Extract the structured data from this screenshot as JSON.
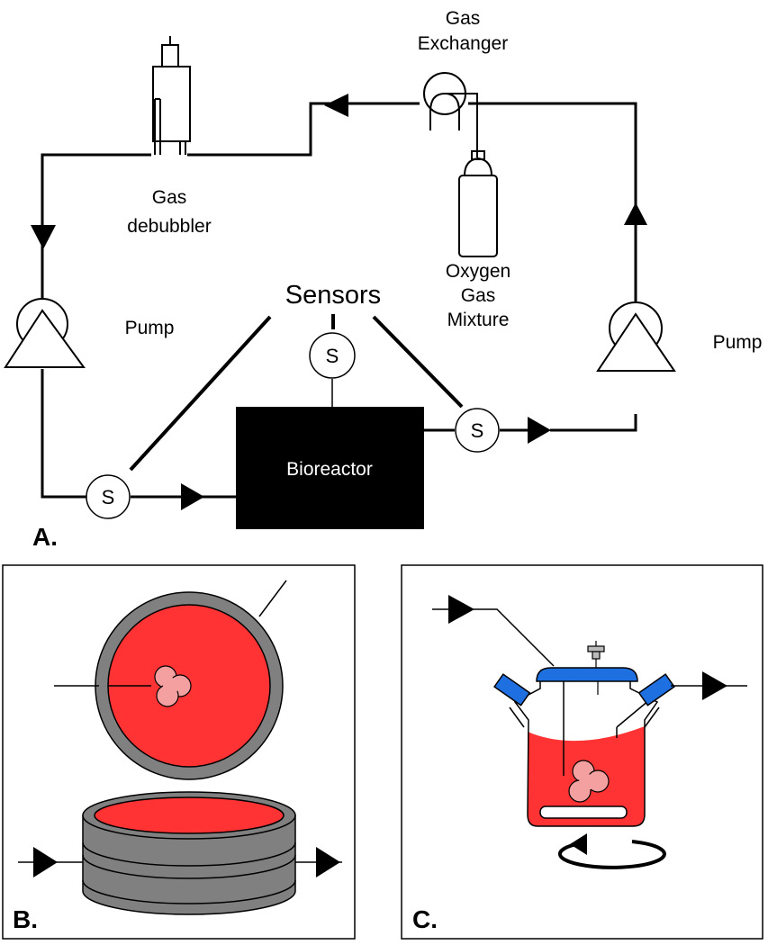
{
  "panels": {
    "a": {
      "panel_label": "A.",
      "gas_exchanger": [
        "Gas",
        "Exchanger"
      ],
      "gas_debubbler": [
        "Gas",
        "debubbler"
      ],
      "oxygen_mixture": [
        "Oxygen",
        "Gas",
        "Mixture"
      ],
      "sensors_label": "Sensors",
      "sensor_symbol": "S",
      "pump_left": "Pump",
      "pump_right": "Pump",
      "bioreactor": "Bioreactor"
    },
    "b": {
      "panel_label": "B."
    },
    "c": {
      "panel_label": "C."
    }
  },
  "colors": {
    "line": "#000000",
    "medium_red": "#ff3333",
    "tissue_pink": "#f4a0a0",
    "housing_gray": "#808080",
    "lid_blue": "#1e6fe0",
    "bioreactor_fill": "#000000"
  }
}
